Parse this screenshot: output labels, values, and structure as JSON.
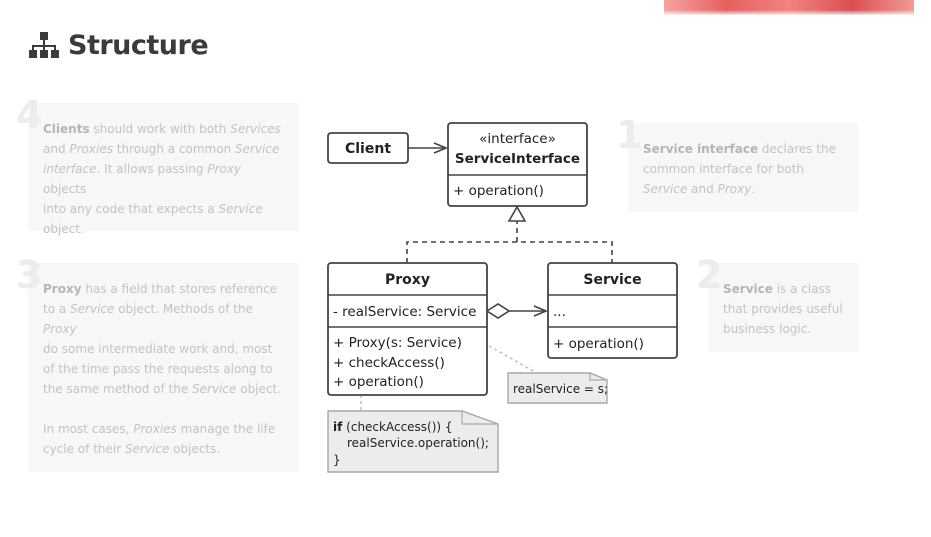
{
  "page": {
    "title": "Structure",
    "title_icon": "hierarchy-icon"
  },
  "notes": {
    "n4": {
      "number": "4",
      "lines": [
        [
          {
            "t": "Clients",
            "s": "b"
          },
          {
            "t": " should work with both "
          },
          {
            "t": "Services",
            "s": "i"
          }
        ],
        [
          {
            "t": "and "
          },
          {
            "t": "Proxies",
            "s": "i"
          },
          {
            "t": " through a common "
          },
          {
            "t": "Service",
            "s": "i"
          }
        ],
        [
          {
            "t": "interface",
            "s": "i"
          },
          {
            "t": ". It allows passing "
          },
          {
            "t": "Proxy",
            "s": "i"
          },
          {
            "t": " objects"
          }
        ],
        [
          {
            "t": "into any code that expects a "
          },
          {
            "t": "Service",
            "s": "i"
          }
        ],
        [
          {
            "t": "object."
          }
        ]
      ]
    },
    "n1": {
      "number": "1",
      "lines": [
        [
          {
            "t": "Service interface",
            "s": "b"
          },
          {
            "t": " declares the"
          }
        ],
        [
          {
            "t": "common interface for both"
          }
        ],
        [
          {
            "t": "Service",
            "s": "i"
          },
          {
            "t": " and "
          },
          {
            "t": "Proxy",
            "s": "i"
          },
          {
            "t": "."
          }
        ]
      ]
    },
    "n3": {
      "number": "3",
      "lines": [
        [
          {
            "t": "Proxy",
            "s": "b"
          },
          {
            "t": " has a field that stores reference"
          }
        ],
        [
          {
            "t": "to a "
          },
          {
            "t": "Service",
            "s": "i"
          },
          {
            "t": " object. Methods of the "
          },
          {
            "t": "Proxy",
            "s": "i"
          }
        ],
        [
          {
            "t": "do some intermediate work and, most"
          }
        ],
        [
          {
            "t": "of the time pass the requests along to"
          }
        ],
        [
          {
            "t": "the same method of the "
          },
          {
            "t": "Service",
            "s": "i"
          },
          {
            "t": " object."
          }
        ],
        [
          {
            "t": " "
          }
        ],
        [
          {
            "t": "In most cases, "
          },
          {
            "t": "Proxies",
            "s": "i"
          },
          {
            "t": " manage the life"
          }
        ],
        [
          {
            "t": "cycle of their "
          },
          {
            "t": "Service",
            "s": "i"
          },
          {
            "t": " objects."
          }
        ]
      ]
    },
    "n2": {
      "number": "2",
      "lines": [
        [
          {
            "t": "Service",
            "s": "b"
          },
          {
            "t": " is a class"
          }
        ],
        [
          {
            "t": "that provides useful"
          }
        ],
        [
          {
            "t": "business logic."
          }
        ]
      ]
    }
  },
  "diagram": {
    "client": {
      "label": "Client"
    },
    "interface": {
      "stereotype": "«interface»",
      "name": "ServiceInterface",
      "method": "+ operation()"
    },
    "proxy": {
      "name": "Proxy",
      "field": "- realService: Service",
      "methods": [
        "+ Proxy(s: Service)",
        "+ checkAccess()",
        "+ operation()"
      ]
    },
    "service": {
      "name": "Service",
      "field": "...",
      "method": "+ operation()"
    },
    "note_constructor": {
      "text": "realService = s;"
    },
    "note_operation": {
      "keyword": "if",
      "line1_rest": " (checkAccess()) {",
      "line2": "realService.operation();",
      "line3": "}"
    }
  }
}
